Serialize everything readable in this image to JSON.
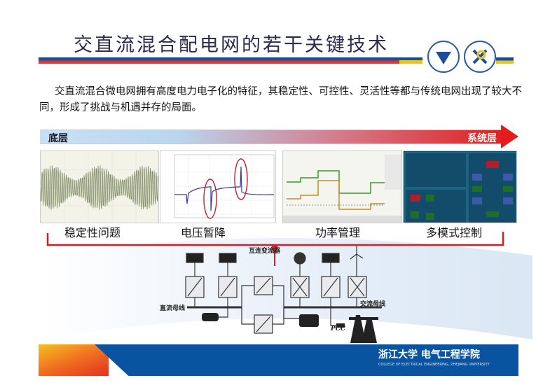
{
  "title": "交直流混合配电网的若干关键技术",
  "paragraph": "交直流混合微电网拥有高度电力电子化的特征，其稳定性、可控性、灵活性等都与传统电网出现了较大不同，形成了挑战与机遇并存的局面。",
  "arrow": {
    "left_label": "底层",
    "right_label": "系统层"
  },
  "panels": [
    {
      "caption": "稳定性问题"
    },
    {
      "caption": "电压暂降"
    },
    {
      "caption": "功率管理"
    },
    {
      "caption": "多模式控制"
    }
  ],
  "diagram": {
    "interconnect_converter": "互连变流器",
    "dc_bus": "直流母线",
    "ac_bus": "交流母线",
    "pcc": "PCC"
  },
  "footer": {
    "school_cn": "浙江大学 电气工程学院",
    "school_en": "COLLEGE OF ELECTRICAL ENGINEERING, ZHEJIANG UNIVERSITY"
  },
  "colors": {
    "blue": "#0a53a0",
    "red": "#e02020",
    "orange": "#f08020"
  }
}
